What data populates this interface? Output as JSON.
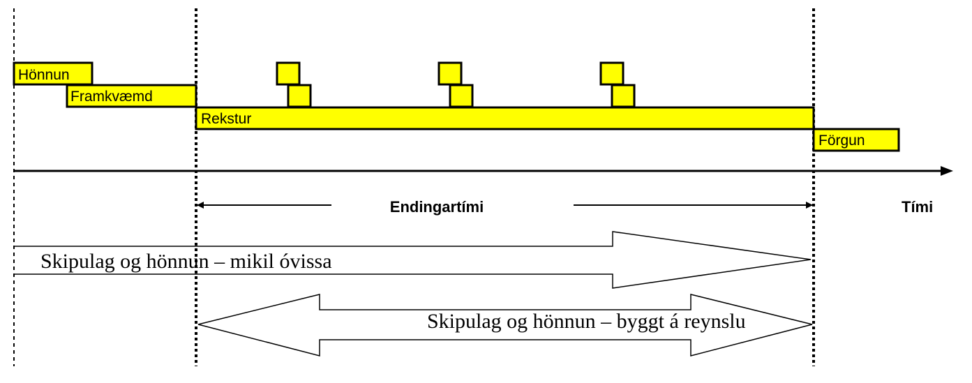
{
  "phases": {
    "design": "Hönnun",
    "construction": "Framkvæmd",
    "operation": "Rekstur",
    "disposal": "Förgun"
  },
  "axis": {
    "time_label": "Tími",
    "service_life_label": "Endingartími"
  },
  "arrows": {
    "planning_uncertain": "Skipulag og hönnun – mikil óvissa",
    "planning_experience": "Skipulag og hönnun – byggt á reynslu"
  },
  "colors": {
    "bar_fill": "#ffff00",
    "stroke": "#000000"
  }
}
